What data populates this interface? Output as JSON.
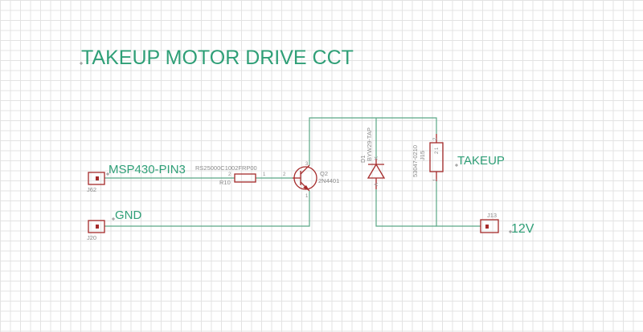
{
  "title": "TAKEUP MOTOR DRIVE CCT",
  "net_labels": {
    "input": "MSP430-PIN3",
    "ground": "GND",
    "motor": "TAKEUP",
    "supply": "12V"
  },
  "components": {
    "resistor": {
      "designator": "R10",
      "value": "RS25000C1002FRP00"
    },
    "transistor": {
      "designator": "Q2",
      "value": "2N4401"
    },
    "diode": {
      "designator": "D1",
      "value": "BYW29-TAP"
    },
    "connector_motor": {
      "designator": "J15",
      "value": "53047-0210"
    },
    "connector_input": {
      "designator": "J62"
    },
    "connector_gnd": {
      "designator": "J20"
    },
    "connector_12v": {
      "designator": "J13"
    }
  },
  "pins": {
    "r_left": "2",
    "r_right": "1",
    "q_base": "2",
    "q_collector": "3",
    "q_emitter": "1",
    "d_anode": "A",
    "d_cathode": "K",
    "j15_top": "2",
    "j15_bottom": "1",
    "j15_inner": "2 1"
  },
  "colors": {
    "wire": "#5aa886",
    "component": "#a52a2a",
    "net_label": "#2f9f77",
    "text_muted": "#8a8a8a",
    "grid": "#e3e3e3"
  }
}
